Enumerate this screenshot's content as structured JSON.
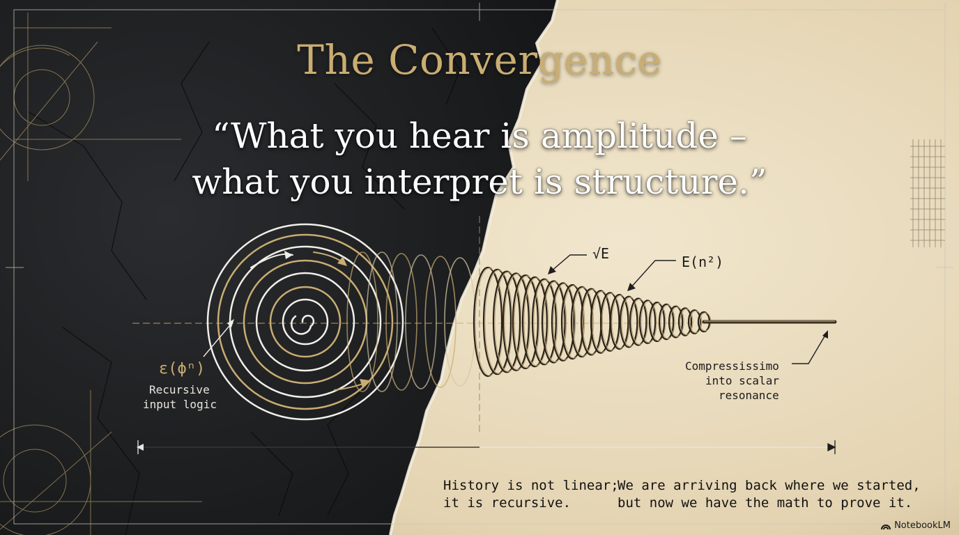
{
  "slide": {
    "title": "The Convergence",
    "quote_line1": "“What you hear is amplitude –",
    "quote_line2": "what you interpret is structure.”"
  },
  "annotations": {
    "sqrt_e": "√E",
    "e_n2": "E(n²)",
    "epsilon_phi": "ε(ϕⁿ)",
    "recursive_line1": "Recursive",
    "recursive_line2": "input logic",
    "compress_line1": "Compressissimo",
    "compress_line2": "into scalar",
    "compress_line3": "resonance"
  },
  "footer": {
    "left_line1": "History is not linear;",
    "left_line2": "it is recursive.",
    "right_line1": "We are arriving back where we started,",
    "right_line2": "but now we have the math to prove it."
  },
  "branding": {
    "name": "NotebookLM",
    "icon": "notebooklm-logo-icon"
  },
  "colors": {
    "slate": "#1e1f21",
    "parchment": "#e9dcc0",
    "gold": "#c9ad72",
    "ink": "#2a2418"
  }
}
